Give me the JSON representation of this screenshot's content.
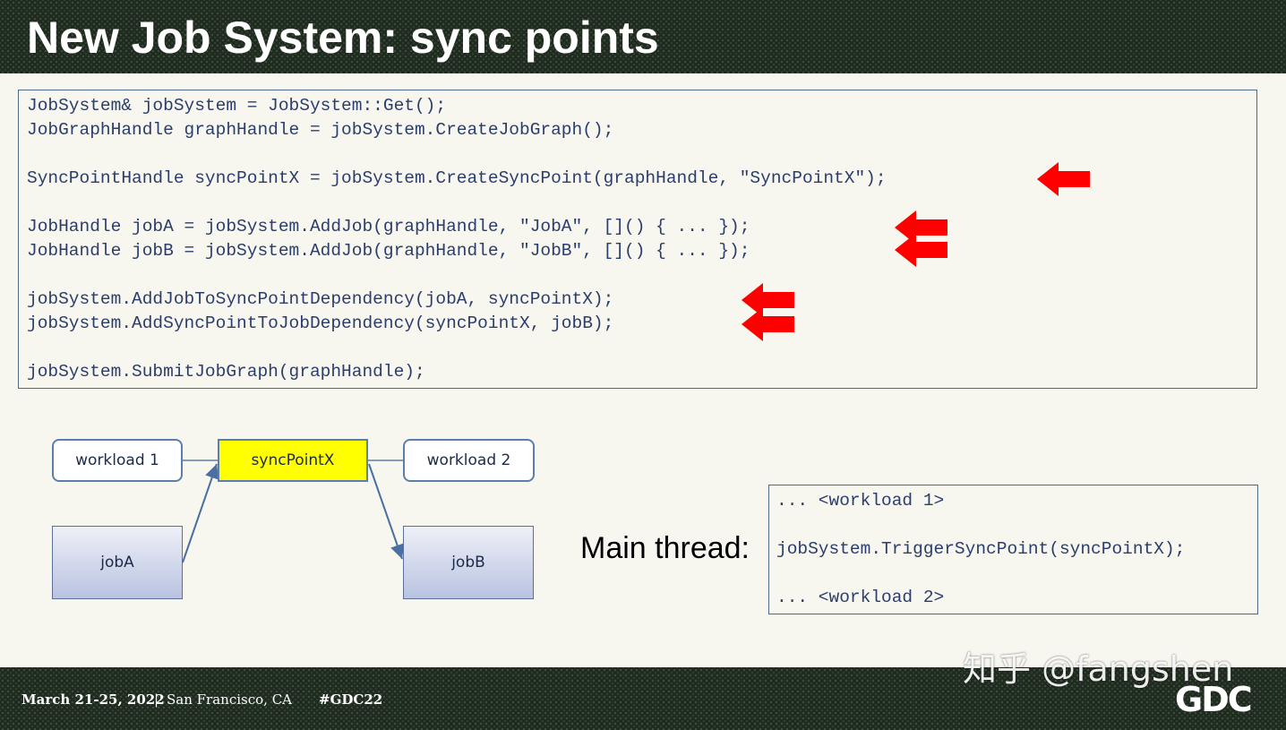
{
  "slide": {
    "title": "New Job System: sync points"
  },
  "code": {
    "line1": "JobSystem& jobSystem = JobSystem::Get();",
    "line2": "JobGraphHandle graphHandle = jobSystem.CreateJobGraph();",
    "line3": "SyncPointHandle syncPointX = jobSystem.CreateSyncPoint(graphHandle, \"SyncPointX\");",
    "line4": "JobHandle jobA = jobSystem.AddJob(graphHandle, \"JobA\", []() { ... });",
    "line5": "JobHandle jobB = jobSystem.AddJob(graphHandle, \"JobB\", []() { ... });",
    "line6": "jobSystem.AddJobToSyncPointDependency(jobA, syncPointX);",
    "line7": "jobSystem.AddSyncPointToJobDependency(syncPointX, jobB);",
    "line8": "jobSystem.SubmitJobGraph(graphHandle);"
  },
  "diagram": {
    "workload1": "workload 1",
    "sync_point": "syncPointX",
    "workload2": "workload 2",
    "job_a": "jobA",
    "job_b": "jobB"
  },
  "main_thread": {
    "label": "Main thread:",
    "line1": "... <workload 1>",
    "line2": "jobSystem.TriggerSyncPoint(syncPointX);",
    "line3": "... <workload 2>"
  },
  "footer": {
    "date": "March 21-25, 2022",
    "separator": "|",
    "location": "San Francisco, CA",
    "hashtag": "#GDC22",
    "watermark": "知乎 @fangshen",
    "logo": "GDC"
  },
  "colors": {
    "code_text": "#2b3d6b",
    "arrow_red": "#ff0000",
    "sync_fill": "#ffff00",
    "border_blue": "#5b7fa8",
    "header_bg": "#1f2a1f"
  }
}
